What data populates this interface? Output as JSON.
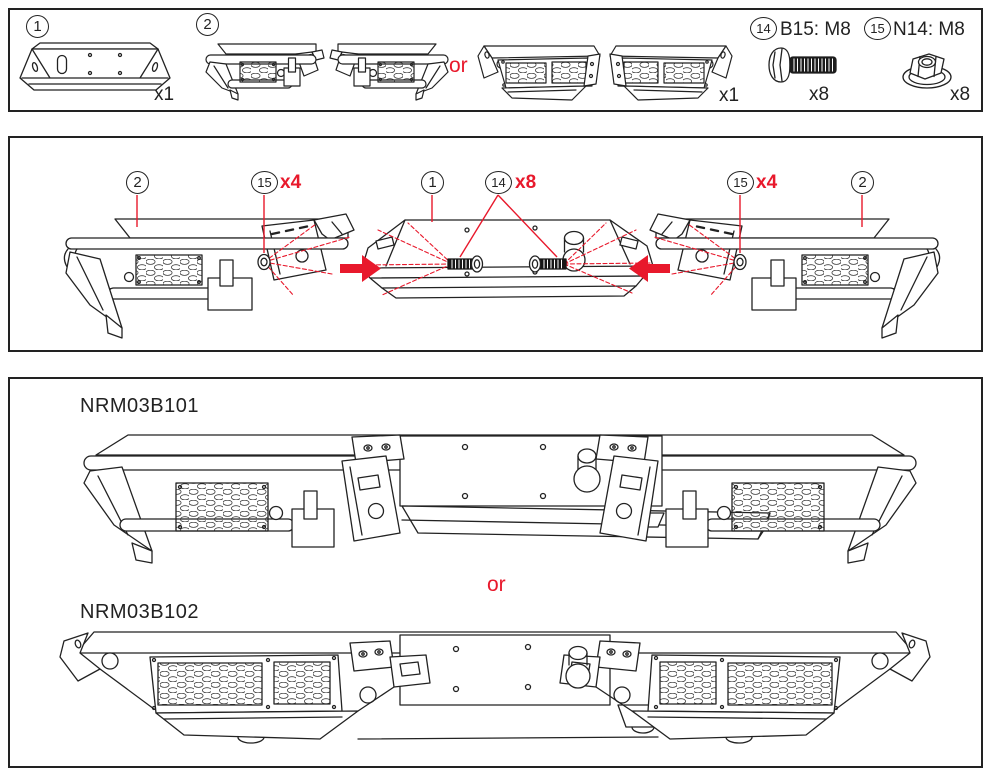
{
  "colors": {
    "ink": "#222222",
    "accent_red": "#e8192c"
  },
  "parts_panel": {
    "item1": {
      "badge": "1",
      "qty": "x1"
    },
    "item2": {
      "badge": "2",
      "or": "or",
      "qty": "x1"
    },
    "item14": {
      "badge": "14",
      "spec": "B15: M8",
      "qty": "x8"
    },
    "item15": {
      "badge": "15",
      "spec": "N14: M8",
      "qty": "x8"
    }
  },
  "assembly_panel": {
    "left_end": {
      "badge": "2"
    },
    "left_nuts": {
      "badge": "15",
      "qty": "x4"
    },
    "center": {
      "badge": "1"
    },
    "bolts": {
      "badge": "14",
      "qty": "x8"
    },
    "right_nuts": {
      "badge": "15",
      "qty": "x4"
    },
    "right_end": {
      "badge": "2"
    }
  },
  "models_panel": {
    "model_a": "NRM03B101",
    "or": "or",
    "model_b": "NRM03B102"
  }
}
